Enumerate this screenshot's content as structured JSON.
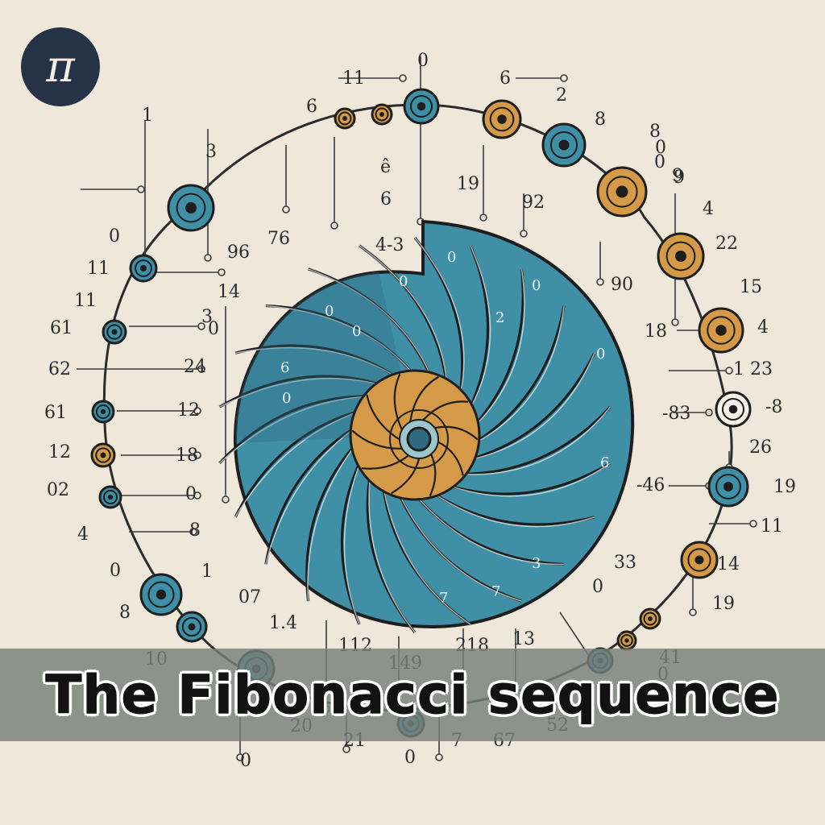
{
  "logo": {
    "glyph": "π"
  },
  "title": "The Fibonacci sequence",
  "colors": {
    "background": "#efe8da",
    "teal": "#3f8fa6",
    "teal_dark": "#2f6b80",
    "gold": "#d49a48",
    "ink": "#2b2b2b",
    "banner": "#78807a"
  },
  "labels": [
    "11",
    "6",
    "0",
    "2",
    "1",
    "3",
    "6",
    "8",
    "8",
    "0",
    "0",
    "ê",
    "6",
    "19",
    "9",
    "4",
    "0",
    "76",
    "96",
    "4-3",
    "92",
    "22",
    "11",
    "14",
    "15",
    "11",
    "90",
    "61",
    "3",
    "0",
    "18",
    "4",
    "62",
    "24",
    "1 23",
    "61",
    "12",
    "-83",
    "-8",
    "12",
    "18",
    "26",
    "02",
    "0",
    "-46",
    "19",
    "4",
    "8",
    "11",
    "0",
    "1",
    "33",
    "14",
    "8",
    "07",
    "0",
    "19",
    "10",
    "1.4",
    "112",
    "149",
    "218",
    "13",
    "41",
    "20",
    "21",
    "7",
    "67",
    "52",
    "0",
    "0",
    "0",
    "9"
  ],
  "shell_digits": [
    "0",
    "0",
    "0",
    "6",
    "0",
    "0",
    "2",
    "0",
    "0",
    "6",
    "3",
    "7",
    "7"
  ]
}
